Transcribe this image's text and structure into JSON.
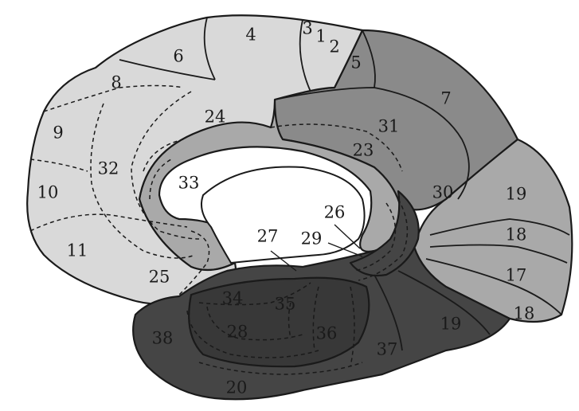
{
  "colors": {
    "light": "#d9d9d9",
    "medium": "#a9a9a9",
    "mediumdark": "#8a8a8a",
    "dark": "#454545",
    "darkest": "#383838",
    "outline": "#1a1a1a",
    "background": "#ffffff"
  },
  "areas": {
    "a4": "4",
    "a3": "3",
    "a1": "1",
    "a2": "2",
    "a5": "5",
    "a6": "6",
    "a7": "7",
    "a8": "8",
    "a9": "9",
    "a10": "10",
    "a11": "11",
    "a24": "24",
    "a32": "32",
    "a33": "33",
    "a31": "31",
    "a23": "23",
    "a30": "30",
    "a26": "26",
    "a29": "29",
    "a27": "27",
    "a25": "25",
    "a19a": "19",
    "a18a": "18",
    "a17": "17",
    "a18b": "18",
    "a19b": "19",
    "a34": "34",
    "a35": "35",
    "a28": "28",
    "a36": "36",
    "a37": "37",
    "a38": "38",
    "a20": "20"
  }
}
